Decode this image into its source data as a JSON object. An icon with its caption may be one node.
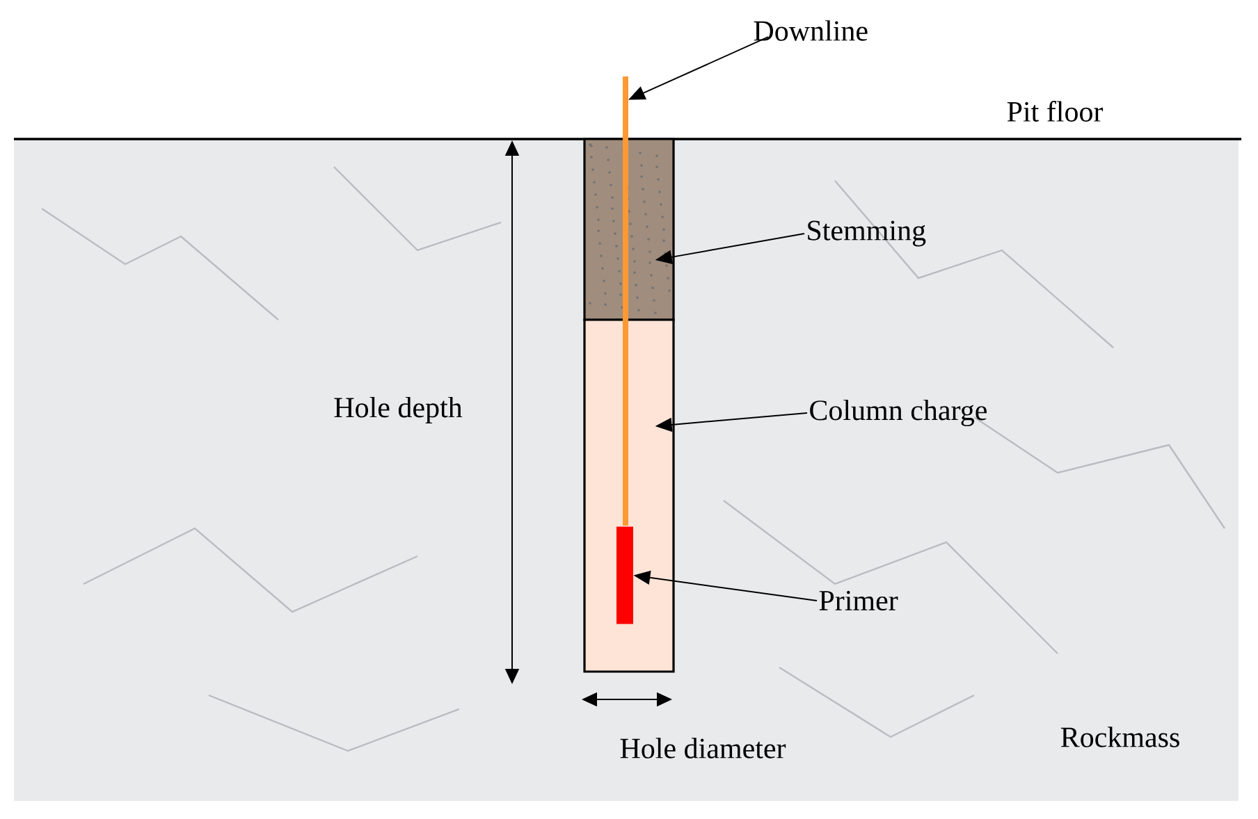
{
  "diagram": {
    "nodes": [
      {
        "text": [
          "Downline"
        ]
      },
      {
        "text": [],
        "shape": "line"
      },
      {
        "text": [
          "Stemming"
        ]
      },
      {
        "text": [],
        "shape": "box"
      },
      {
        "text": [
          "Column charge"
        ]
      },
      {
        "text": [],
        "shape": "box"
      },
      {
        "text": [
          "Primer"
        ]
      },
      {
        "text": [],
        "shape": "bar",
        "in": 5
      }
    ],
    "edges": [
      {
        "from": 0,
        "to": 1,
        "arrow": "to"
      },
      {
        "from": 2,
        "to": 3,
        "arrow": "to"
      },
      {
        "from": 4,
        "to": 5,
        "arrow": "to"
      },
      {
        "from": 6,
        "to": 7,
        "arrow": "to"
      }
    ],
    "labels": [
      "Pit floor",
      "Hole depth",
      "Hole diameter",
      "Rockmass"
    ]
  }
}
